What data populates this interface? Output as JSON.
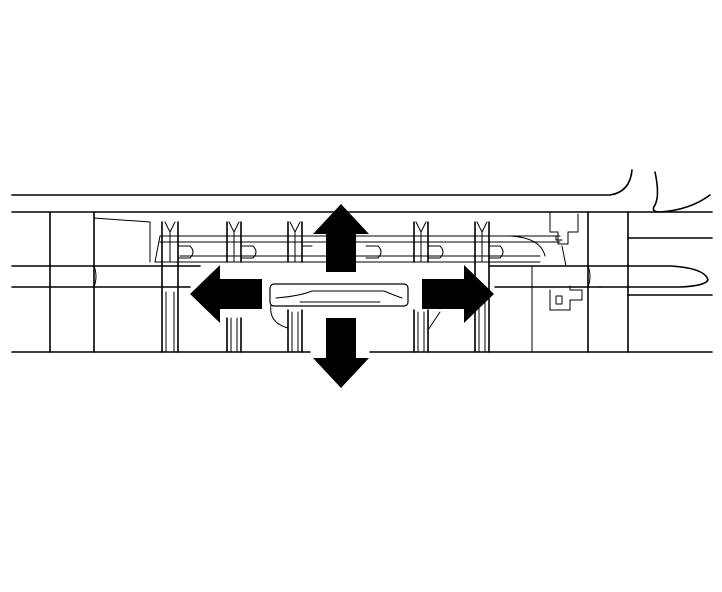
{
  "diagram": {
    "subject": "vent-louver-adjustment",
    "colors": {
      "line": "#000000",
      "background": "#ffffff",
      "arrow": "#000000"
    },
    "arrows": [
      "up",
      "down",
      "left",
      "right"
    ],
    "louver_count": 6
  }
}
